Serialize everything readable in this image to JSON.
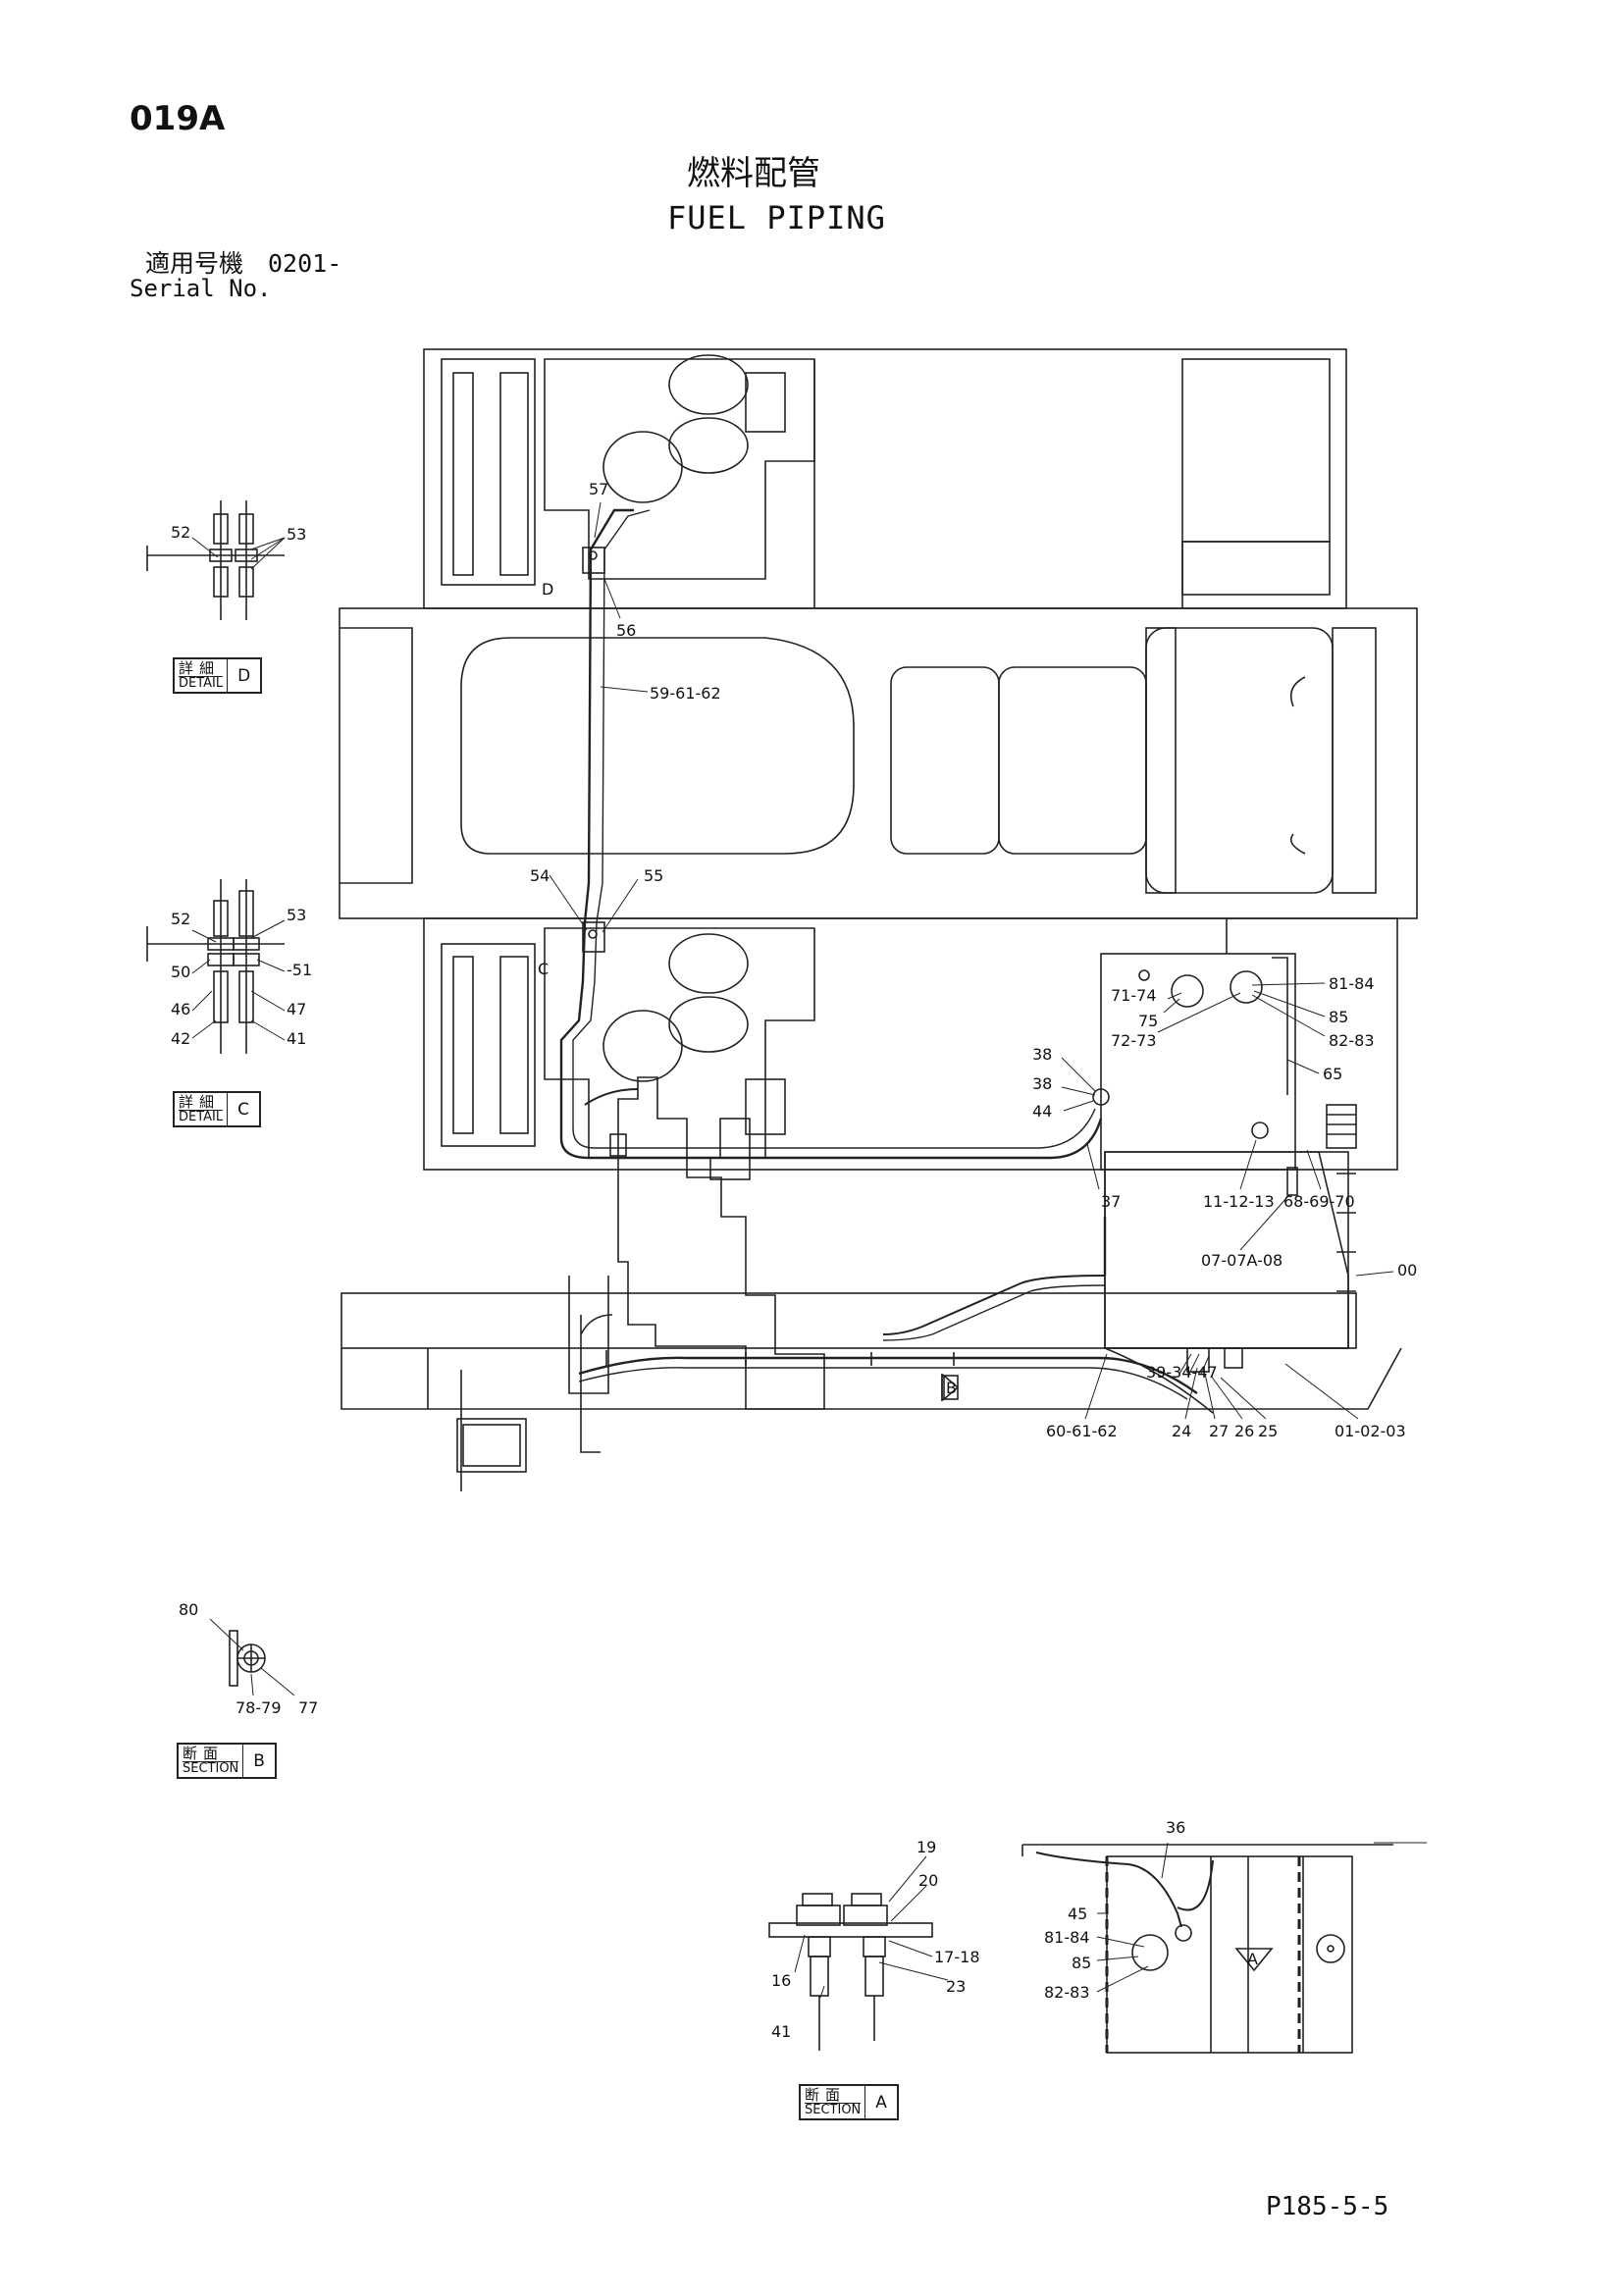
{
  "page_code": "019A",
  "title_jp": "燃料配管",
  "title_en": "FUEL PIPING",
  "serial_jp": "適用号機　0201-",
  "serial_en": "Serial No.",
  "page_ref": "P185-5-5",
  "box_labels": {
    "detail_d": {
      "jp": "詳細",
      "en": "DETAIL",
      "letter": "D"
    },
    "detail_c": {
      "jp": "詳細",
      "en": "DETAIL",
      "letter": "C"
    },
    "section_b": {
      "jp": "断面",
      "en": "SECTION",
      "letter": "B"
    },
    "section_a": {
      "jp": "断面",
      "en": "SECTION",
      "letter": "A"
    }
  },
  "view_markers": {
    "d": "D",
    "c": "C",
    "a": "A",
    "b": "B"
  },
  "callouts": {
    "c57": "57",
    "c56": "56",
    "c59_61_62": "59-61-62",
    "c54": "54",
    "c55": "55",
    "c71_74": "71-74",
    "c75": "75",
    "c72_73": "72-73",
    "c81_84_top": "81-84",
    "c85_top": "85",
    "c82_83_top": "82-83",
    "c65": "65",
    "c38a": "38",
    "c38b": "38",
    "c44": "44",
    "c37": "37",
    "c11_12_13": "11-12-13",
    "c68_69_70": "68-69-70",
    "d52": "52",
    "d53": "53",
    "c52": "52",
    "c53": "53",
    "c50": "50",
    "c51": "-51",
    "c46": "46",
    "c47": "47",
    "c42": "42",
    "c41": "41",
    "b80": "80",
    "b78_79": "78-79",
    "b77": "77",
    "s07": "07-07A-08",
    "s00": "00",
    "s39": "39-34-47",
    "s60": "60-61-62",
    "s24": "24",
    "s27": "27",
    "s26": "26",
    "s25": "25",
    "s01": "01-02-03",
    "a19": "19",
    "a20": "20",
    "a16": "16",
    "a17_18": "17-18",
    "a41": "41",
    "a23": "23",
    "a36": "36",
    "a45": "45",
    "a81_84": "81-84",
    "a85": "85",
    "a82_83": "82-83"
  }
}
